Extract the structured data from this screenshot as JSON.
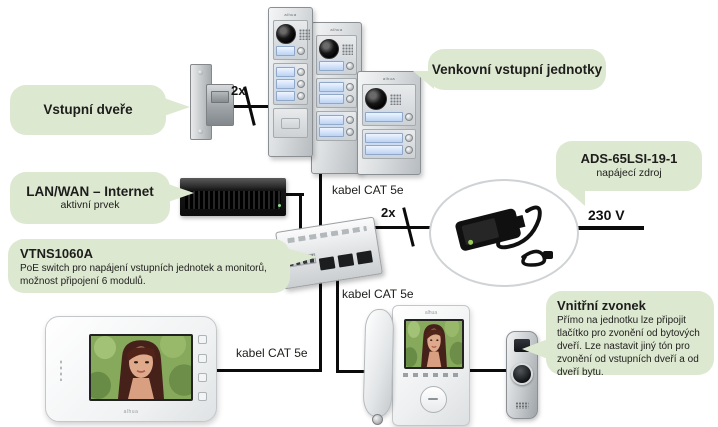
{
  "callouts": {
    "entry_door": {
      "title": "Vstupní dveře"
    },
    "outdoor_units": {
      "title": "Venkovní vstupní jednotky"
    },
    "lan_wan": {
      "title": "LAN/WAN – Internet",
      "subtitle": "aktivní prvek"
    },
    "poe_switch": {
      "title": "VTNS1060A",
      "description": "PoE switch pro napájení vstupních jednotek a monitorů, možnost připojení 6 modulů."
    },
    "power_supply": {
      "title": "ADS-65LSI-19-1",
      "subtitle": "napájecí zdroj"
    },
    "indoor_bell": {
      "title": "Vnitřní zvonek",
      "description": "Přímo na jednotku lze připojit tlačítko pro zvonění od bytových dveří. Lze nastavit jiný tón pro zvonění od vstupních dveří a od dveří bytu."
    }
  },
  "cable_labels": [
    "kabel CAT 5e",
    "kabel CAT 5e",
    "kabel CAT 5e"
  ],
  "multipliers": {
    "entry_door": "2x",
    "power": "2x"
  },
  "voltage": "230 V",
  "brand_logo": "alhua",
  "colors": {
    "callout_bg": "#dde8d1",
    "line": "#0b0b0b",
    "text": "#1d1d1b",
    "button_glow": "#c7d9f4"
  }
}
